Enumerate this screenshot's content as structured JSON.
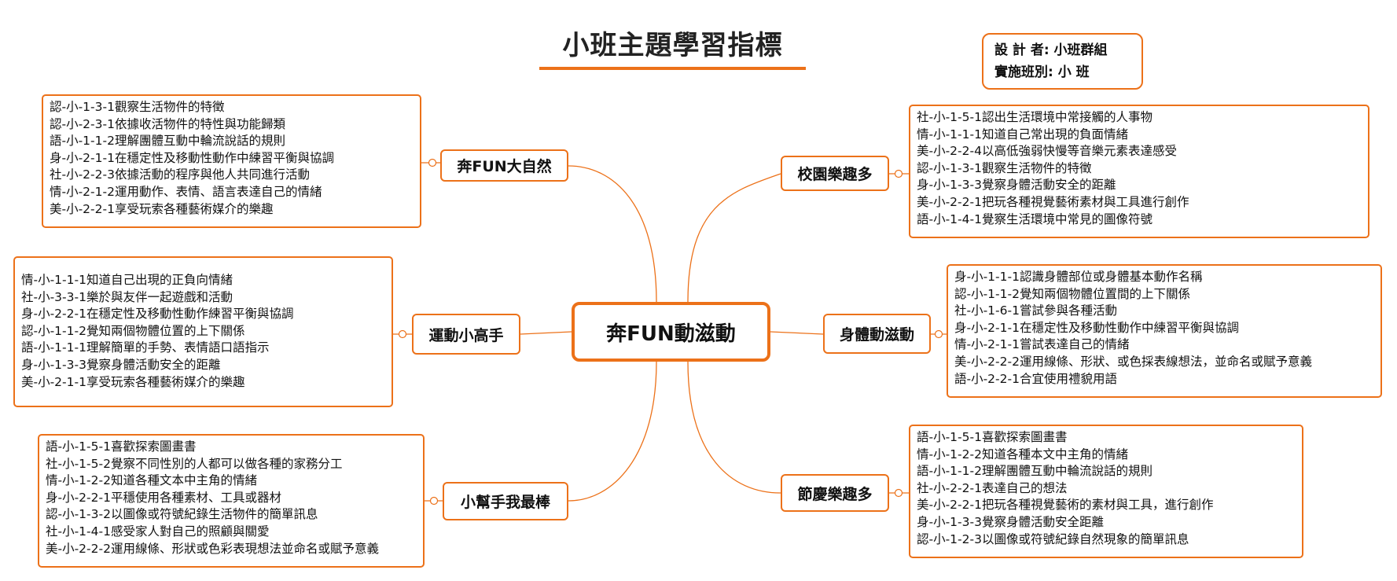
{
  "title": "小班主題學習指標",
  "designer": {
    "line1": "設 計 者:  小班群組",
    "line2": "實施班別:  小    班"
  },
  "center": "奔FUN動滋動",
  "branches": [
    {
      "label": "奔FUN大自然",
      "items": [
        "認-小-1-3-1觀察生活物件的特徵",
        "認-小-2-3-1依據收活物件的特性與功能歸類",
        "語-小-1-1-2理解團體互動中輪流說話的規則",
        "身-小-2-1-1在穩定性及移動性動作中練習平衡與協調",
        "社-小-2-2-3依據活動的程序與他人共同進行活動",
        "情-小-2-1-2運用動作、表情、語言表達自己的情緒",
        "美-小-2-2-1享受玩索各種藝術媒介的樂趣"
      ]
    },
    {
      "label": "運動小高手",
      "items": [
        "情-小-1-1-1知道自己出現的正負向情緒",
        "社-小-3-3-1樂於與友伴一起遊戲和活動",
        "身-小-2-2-1在穩定性及移動性動作練習平衡與協調",
        "認-小-1-1-2覺知兩個物體位置的上下關係",
        "語-小-1-1-1理解簡單的手勢、表情語口語指示",
        "身-小-1-3-3覺察身體活動安全的距離",
        "美-小-2-1-1享受玩索各種藝術媒介的樂趣"
      ]
    },
    {
      "label": "小幫手我最棒",
      "items": [
        "語-小-1-5-1喜歡探索圖畫書",
        "社-小-1-5-2覺察不同性別的人都可以做各種的家務分工",
        "情-小-1-2-2知道各種文本中主角的情緒",
        "身-小-2-2-1平穩使用各種素材、工具或器材",
        "認-小-1-3-2以圖像或符號紀錄生活物件的簡單訊息",
        "社-小-1-4-1感受家人對自己的照顧與關愛",
        "美-小-2-2-2運用線條、形狀或色彩表現想法並命名或賦予意義"
      ]
    },
    {
      "label": "校園樂趣多",
      "items": [
        "社-小-1-5-1認出生活環境中常接觸的人事物",
        "情-小-1-1-1知道自己常出現的負面情緒",
        "美-小-2-2-4以高低強弱快慢等音樂元素表達感受",
        "認-小-1-3-1觀察生活物件的特徵",
        "身-小-1-3-3覺察身體活動安全的距離",
        "美-小-2-2-1把玩各種視覺藝術素材與工具進行創作",
        "語-小-1-4-1覺察生活環境中常見的圖像符號"
      ]
    },
    {
      "label": "身體動滋動",
      "items": [
        "身-小-1-1-1認識身體部位或身體基本動作名稱",
        "認-小-1-1-2覺知兩個物體位置間的上下關係",
        "社-小-1-6-1嘗試參與各種活動",
        "身-小-2-1-1在穩定性及移動性動作中練習平衡與協調",
        "情-小-2-1-1嘗試表達自己的情緒",
        "美-小-2-2-2運用線條、形狀、或色採表線想法，並命名或賦予意義",
        "語-小-2-2-1合宜使用禮貌用語"
      ]
    },
    {
      "label": "節慶樂趣多",
      "items": [
        "語-小-1-5-1喜歡探索圖畫書",
        "情-小-1-2-2知道各種本文中主角的情緒",
        "語-小-1-1-2理解團體互動中輪流說話的規則",
        "社-小-2-2-1表達自己的想法",
        "美-小-2-2-1把玩各種視覺藝術的素材與工具，進行創作",
        "身-小-1-3-3覺察身體活動安全距離",
        "認-小-1-2-3以圖像或符號紀錄自然現象的簡單訊息"
      ]
    }
  ],
  "colors": {
    "accent": "#ec7119"
  }
}
